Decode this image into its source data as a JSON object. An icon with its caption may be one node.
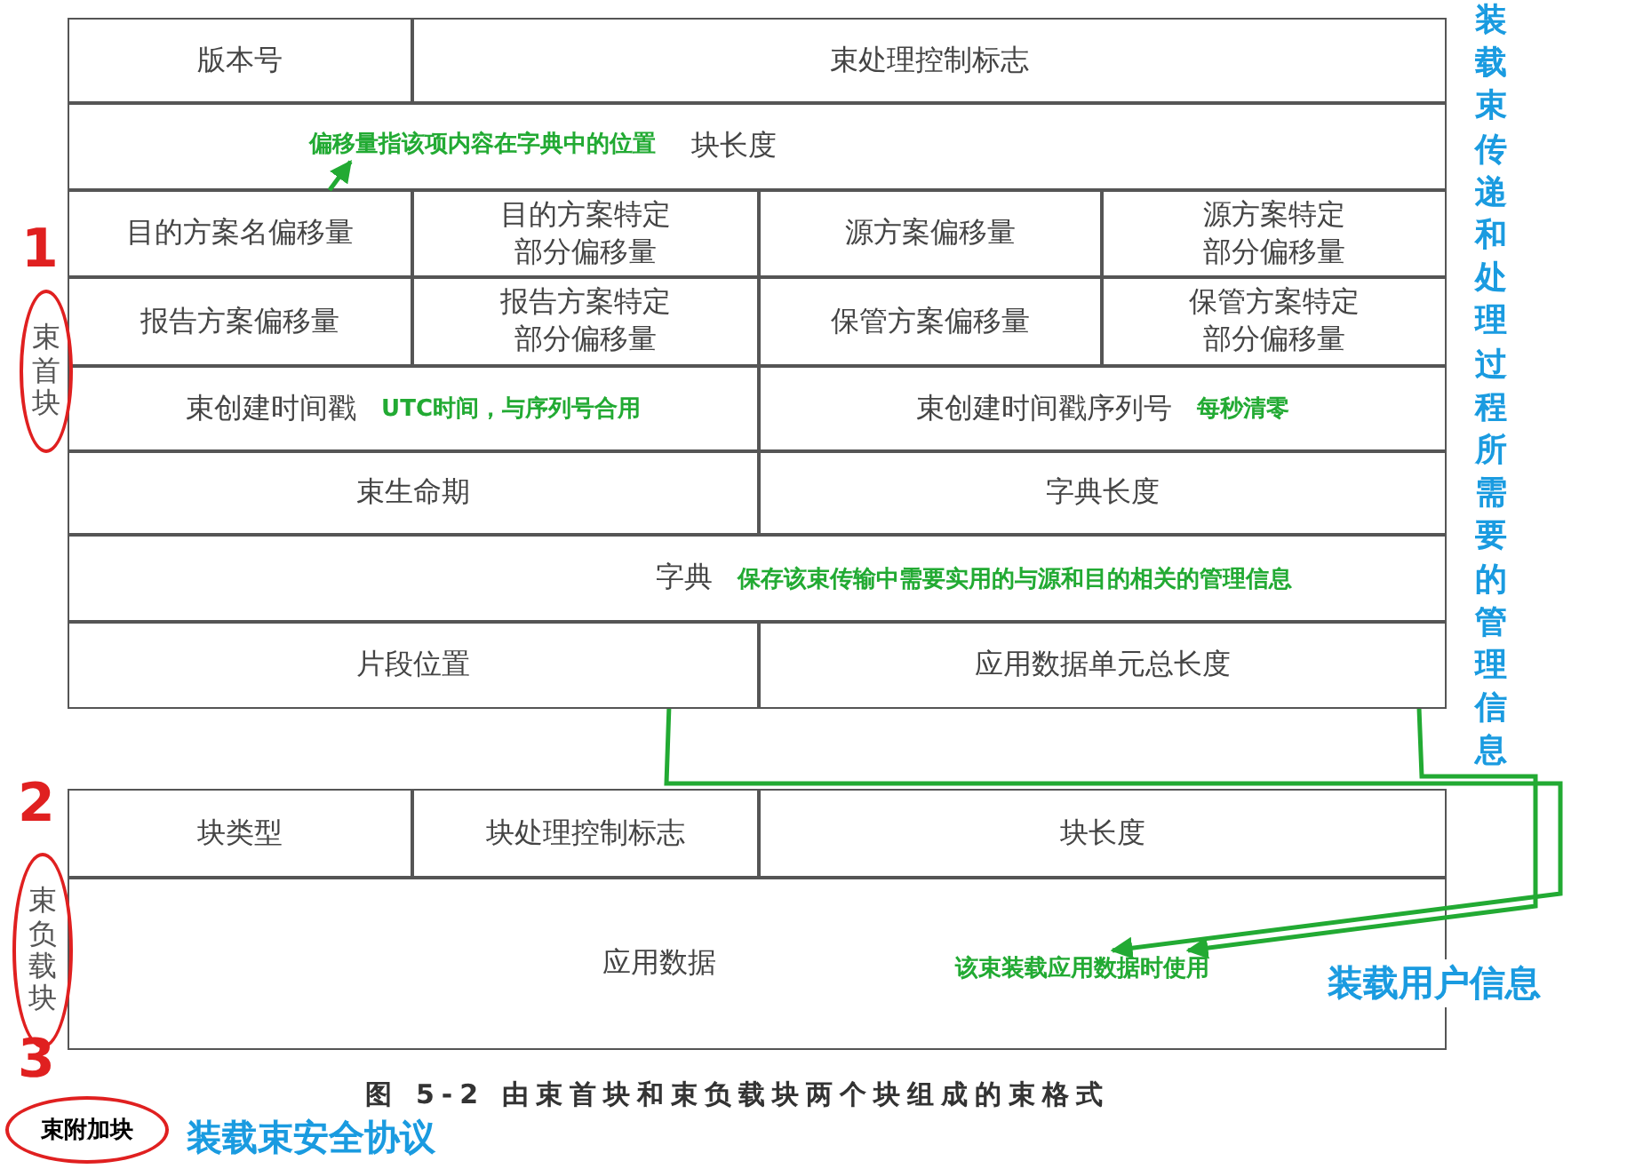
{
  "diagram": {
    "caption": "图 5-2 由束首块和束负载块两个块组成的束格式",
    "nodes": [
      {
        "text": [
          "版本号"
        ]
      },
      {
        "text": [
          "束处理控制标志"
        ]
      },
      {
        "text": [
          "块长度"
        ]
      },
      {
        "text": [
          "偏移量指该项内容在字典中的位置"
        ],
        "in": 2
      },
      {
        "text": [
          "目的方案名偏移量"
        ]
      },
      {
        "text": [
          "目的方案特定部分偏移量"
        ]
      },
      {
        "text": [
          "源方案偏移量"
        ]
      },
      {
        "text": [
          "源方案特定部分偏移量"
        ]
      },
      {
        "text": [
          "报告方案偏移量"
        ]
      },
      {
        "text": [
          "报告方案特定部分偏移量"
        ]
      },
      {
        "text": [
          "保管方案偏移量"
        ]
      },
      {
        "text": [
          "保管方案特定部分偏移量"
        ]
      },
      {
        "text": [
          "束创建时间戳",
          "UTC时间，与序列号合用"
        ]
      },
      {
        "text": [
          "束创建时间戳序列号",
          "每秒清零"
        ]
      },
      {
        "text": [
          "束生命期"
        ]
      },
      {
        "text": [
          "字典长度"
        ]
      },
      {
        "text": [
          "字典",
          "保存该束传输中需要实用的与源和目的相关的管理信息"
        ]
      },
      {
        "text": [
          "片段位置"
        ]
      },
      {
        "text": [
          "应用数据单元总长度"
        ]
      },
      {
        "text": [
          "块类型"
        ]
      },
      {
        "text": [
          "块处理控制标志"
        ]
      },
      {
        "text": [
          "块长度"
        ]
      },
      {
        "text": [
          "应用数据"
        ]
      },
      {
        "text": [
          "该束装载应用数据时使用"
        ],
        "in": 22
      },
      {
        "text": [
          "束首块"
        ]
      },
      {
        "text": [
          "束负载块"
        ]
      },
      {
        "text": [
          "束附加块"
        ],
        "beside": [
          "装载束安全协议"
        ]
      }
    ],
    "edges": [
      {
        "from": 4,
        "to": 3,
        "arrow": "to"
      },
      {
        "from": 17,
        "to": 23,
        "arrow": "to"
      },
      {
        "from": 18,
        "to": 23,
        "arrow": "to"
      }
    ],
    "labels": [
      "装载束传递和处理过程所需要的管理信息",
      "1",
      "2",
      "装载用户信息",
      "3"
    ]
  }
}
